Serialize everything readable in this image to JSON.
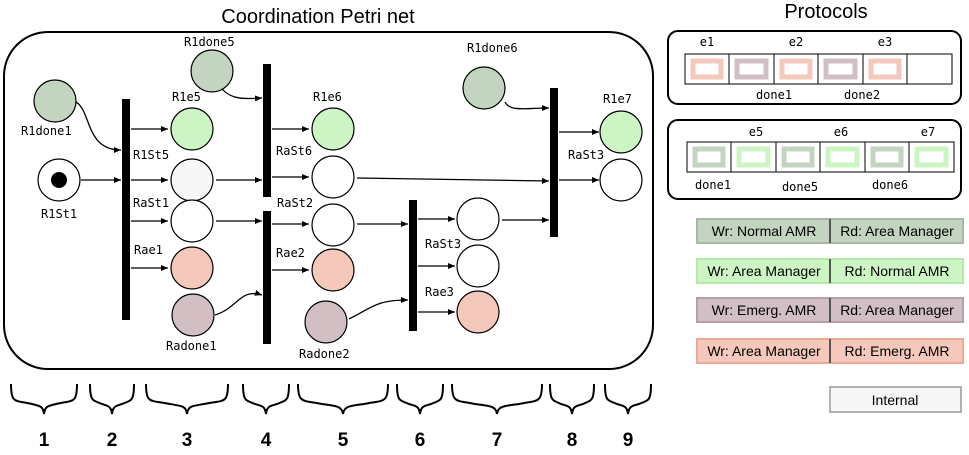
{
  "titles": {
    "petri_net": "Coordination Petri net",
    "protocols": "Protocols"
  },
  "colors": {
    "normal_amr": "#c3d4c0",
    "area_manager": "#cdf5c4",
    "emergency_amr": "#d1bfc4",
    "area_manager_to_emergency": "#f4c9bc",
    "internal": "#f7f7f7",
    "normal_amr_border": "#a8b8a5",
    "area_manager_border": "#b5e8ab",
    "emergency_amr_border": "#b4a0a6",
    "area_manager_to_emergency_border": "#efa896"
  },
  "places": {
    "r1done1": "R1done1",
    "r1st1": "R1St1",
    "r1done5": "R1done5",
    "r1e5": "R1e5",
    "r1st5": "R1St5",
    "rast1": "RaSt1",
    "rae1": "Rae1",
    "radone1": "Radone1",
    "r1e6": "R1e6",
    "rast6": "RaSt6",
    "rast2": "RaSt2",
    "rae2": "Rae2",
    "radone2": "Radone2",
    "rast3": "RaSt3",
    "rae3": "Rae3",
    "r1done6": "R1done6",
    "r1e7": "R1e7",
    "rast3b": "RaSt3"
  },
  "protocol1": {
    "top_labels": [
      "e1",
      "e2",
      "e3"
    ],
    "bottom_labels": [
      "done1",
      "done2"
    ]
  },
  "protocol2": {
    "top_labels": [
      "e5",
      "e6",
      "e7"
    ],
    "bottom_labels": [
      "done1",
      "done5",
      "done6"
    ]
  },
  "legend": [
    {
      "wr": "Wr: Normal AMR",
      "rd": "Rd: Area Manager"
    },
    {
      "wr": "Wr: Area Manager",
      "rd": "Rd: Normal AMR"
    },
    {
      "wr": "Wr: Emerg. AMR",
      "rd": "Rd: Area Manager"
    },
    {
      "wr": "Wr: Area Manager",
      "rd": "Rd: Emerg. AMR"
    }
  ],
  "internal_label": "Internal",
  "steps": [
    "1",
    "2",
    "3",
    "4",
    "5",
    "6",
    "7",
    "8",
    "9"
  ]
}
